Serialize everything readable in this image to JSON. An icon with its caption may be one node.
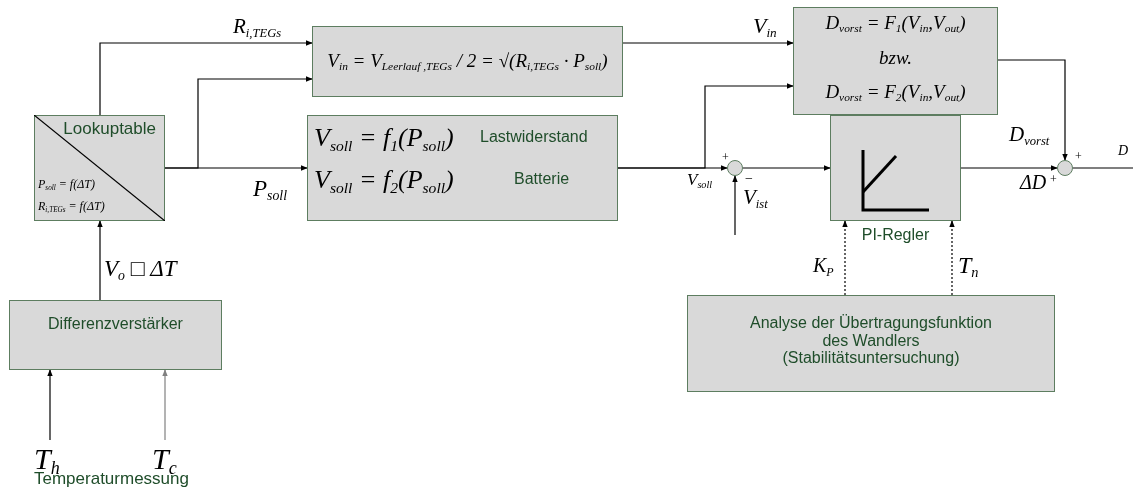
{
  "diagram": {
    "nodes": [
      {
        "text": [
          "Lookuptable",
          "P$_{soll}$ = f(ΔT)",
          "R$_{i,TEGs}$ = f(ΔT)"
        ]
      },
      {
        "text": [
          "V$_{in}$ = V$_{Leerlauf ,TEGs}$ / 2 = √(R$_{i,TEGs}$ · P$_{soll}$)"
        ]
      },
      {
        "text": [
          "V$_{soll}$ = f$_{1}$(P$_{soll}$)",
          "Lastwiderstand",
          "V$_{soll}$ = f$_{2}$(P$_{soll}$)",
          "Batterie"
        ]
      },
      {
        "text": [
          "D$_{vorst}$ = F$_{1}$(V$_{in}$,V$_{out}$)",
          "bzw.",
          "D$_{vorst}$ = F$_{2}$(V$_{in}$,V$_{out}$)"
        ]
      },
      {
        "text": [],
        "shape": "circle"
      },
      {
        "text": [
          "PI-Regler"
        ]
      },
      {
        "text": [],
        "shape": "circle"
      },
      {
        "text": [
          "Analyse der Übertragungsfunktion des Wandlers (Stabilitätsuntersuchung)"
        ]
      },
      {
        "text": [
          "Differenzverstärker"
        ]
      },
      {
        "text": [
          "T$_{h}$"
        ]
      },
      {
        "text": [
          "T$_{c}$"
        ]
      }
    ],
    "edges": [
      {
        "from": 0,
        "to": 1,
        "arrow": "to",
        "label": "R$_{i,TEGs}$"
      },
      {
        "from": 0,
        "to": 1,
        "arrow": "to"
      },
      {
        "from": 0,
        "to": 2,
        "arrow": "to",
        "label": "P$_{soll}$"
      },
      {
        "from": 1,
        "to": 3,
        "arrow": "to",
        "label": "V$_{in}$"
      },
      {
        "from": 2,
        "to": 4,
        "arrow": "to",
        "label": "V$_{soll}$"
      },
      {
        "from": 2,
        "to": 3,
        "arrow": "to"
      },
      {
        "from": null,
        "to": 4,
        "arrow": "to",
        "label": "V$_{ist}$"
      },
      {
        "from": 4,
        "to": 5,
        "arrow": "to"
      },
      {
        "from": 5,
        "to": 6,
        "arrow": "to",
        "label": "ΔD"
      },
      {
        "from": 3,
        "to": 6,
        "arrow": "to",
        "label": "D$_{vorst}$"
      },
      {
        "from": 6,
        "to": null,
        "arrow": "none",
        "label": "D"
      },
      {
        "from": 7,
        "to": 5,
        "arrow": "to",
        "style": "dashed",
        "label": "K$_{P}$"
      },
      {
        "from": 7,
        "to": 5,
        "arrow": "to",
        "style": "dashed",
        "label": "T$_{n}$"
      },
      {
        "from": 8,
        "to": 0,
        "arrow": "to",
        "label": "V$_{o}$ □ ΔT"
      },
      {
        "from": 9,
        "to": 8,
        "arrow": "to"
      },
      {
        "from": 10,
        "to": 8,
        "arrow": "to",
        "color": "#808080"
      }
    ],
    "labels": [
      "+",
      "−",
      "+",
      "+",
      "Temperaturmessung"
    ]
  }
}
